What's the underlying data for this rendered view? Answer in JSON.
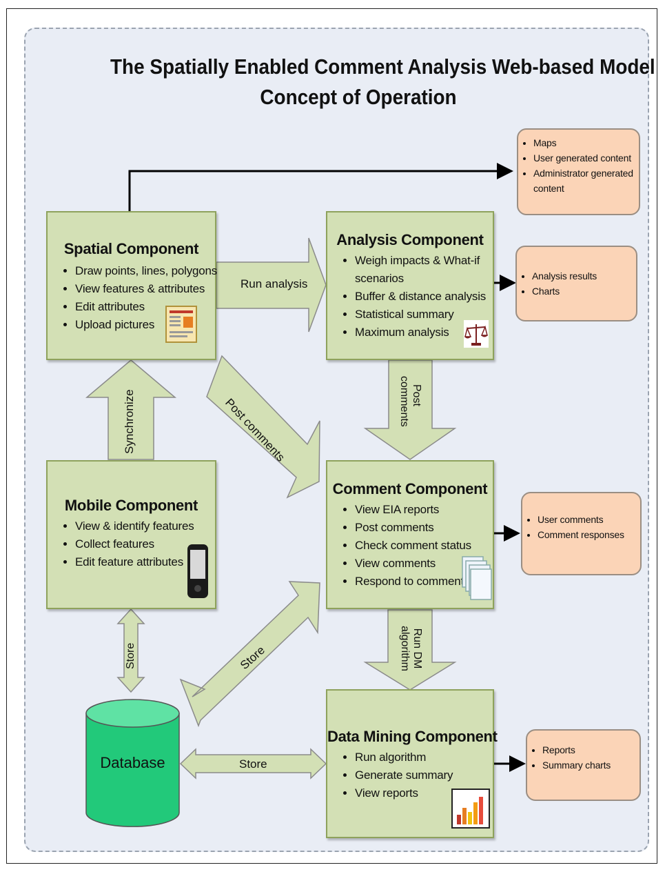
{
  "title": {
    "line1": "The Spatially Enabled Comment Analysis Web-based Model",
    "line2": "Concept of Operation"
  },
  "components": {
    "spatial": {
      "title": "Spatial Component",
      "items": [
        "Draw points, lines, polygons",
        "View features & attributes",
        "Edit attributes",
        "Upload pictures"
      ],
      "icon": "document-photo-icon"
    },
    "analysis": {
      "title": "Analysis Component",
      "items": [
        "Weigh impacts & What-if",
        "scenarios",
        "Buffer & distance analysis",
        "Statistical summary",
        "Maximum analysis"
      ],
      "icon": "balance-scale-icon"
    },
    "mobile": {
      "title": "Mobile Component",
      "items": [
        "View & identify features",
        "Collect features",
        "Edit feature attributes"
      ],
      "icon": "mobile-device-icon"
    },
    "comment": {
      "title": "Comment Component",
      "items": [
        "View EIA reports",
        "Post comments",
        "Check comment status",
        "View comments",
        "Respond to comments"
      ],
      "icon": "stacked-pages-icon"
    },
    "datamining": {
      "title": "Data Mining Component",
      "items": [
        "Run algorithm",
        "Generate summary",
        "View reports"
      ],
      "icon": "bar-chart-icon"
    }
  },
  "outputs": {
    "spatial": [
      "Maps",
      "User generated content",
      "Administrator generated content"
    ],
    "analysis": [
      "Analysis results",
      "Charts"
    ],
    "comment": [
      "User comments",
      "Comment responses"
    ],
    "datamining": [
      "Reports",
      "Summary charts"
    ]
  },
  "database": {
    "label": "Database"
  },
  "arrows": {
    "run_analysis": "Run analysis",
    "synchronize": "Synchronize",
    "post_comments_diag": "Post comments",
    "post_comments_down": "Post comments",
    "store_mobile": "Store",
    "store_diag": "Store",
    "run_dm": "Run DM algorithm",
    "store_horizontal": "Store"
  },
  "colors": {
    "component_fill": "#d3e0b5",
    "component_border": "#8ea25c",
    "output_fill": "#fbd4b7",
    "arrow_fill": "#d3e0b5",
    "database_fill": "#22c97a",
    "background": "#e9edf5"
  }
}
